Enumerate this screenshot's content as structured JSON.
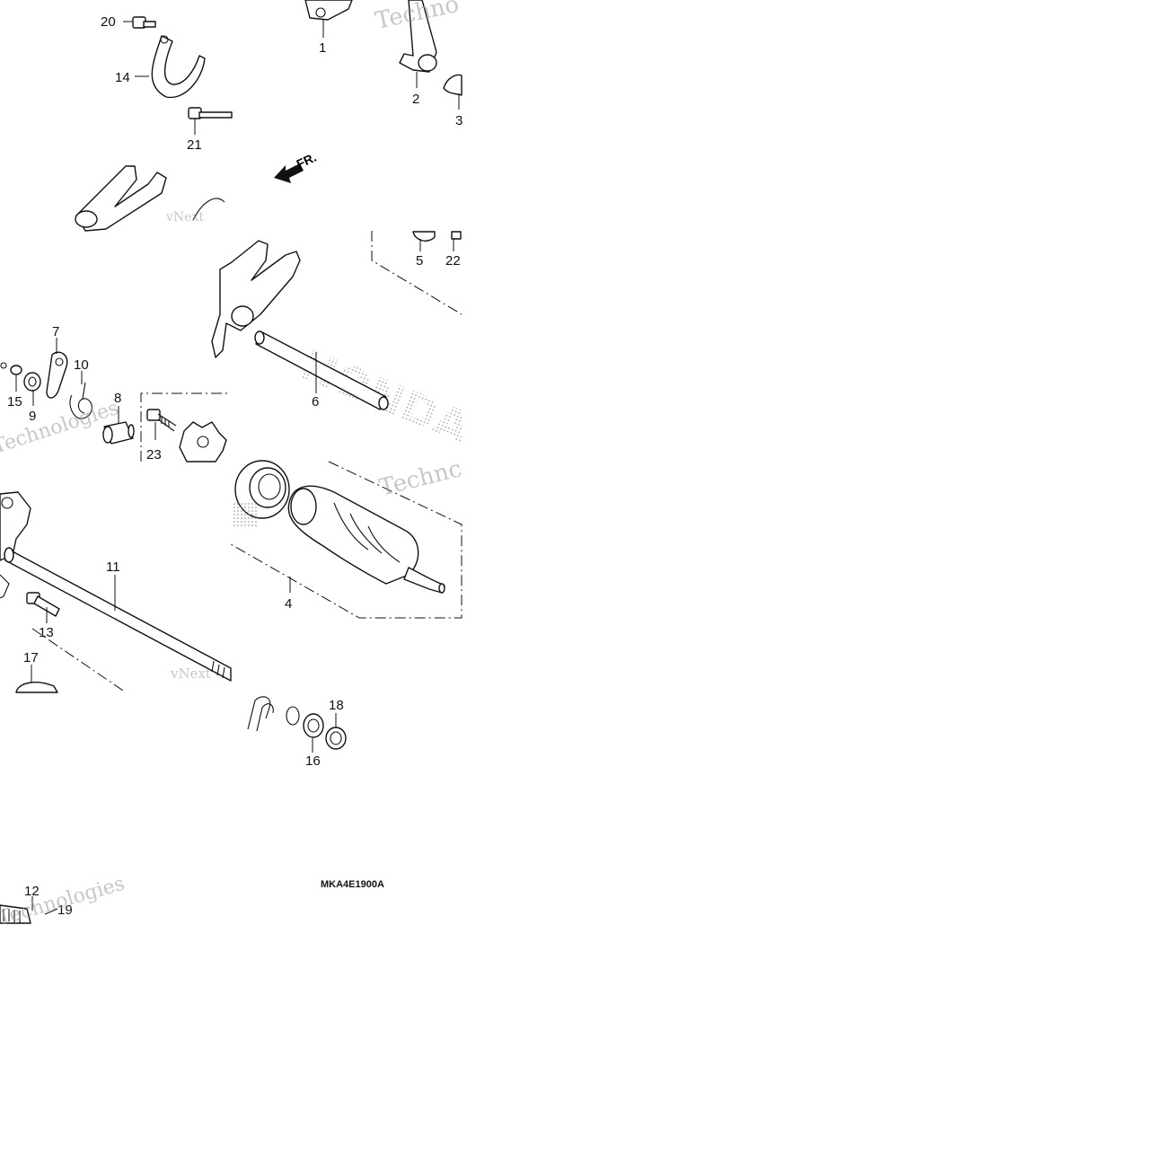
{
  "diagram": {
    "drawing_code": "MKA4E1900A",
    "direction_label": "FR.",
    "watermarks": [
      "vNext",
      "Technologies",
      "Techno",
      "Technc"
    ],
    "brand_watermark": "HONDA",
    "callouts": [
      "1",
      "2",
      "3",
      "4",
      "5",
      "6",
      "7",
      "8",
      "9",
      "10",
      "11",
      "12",
      "13",
      "14",
      "15",
      "16",
      "17",
      "18",
      "19",
      "20",
      "21",
      "22",
      "23"
    ]
  }
}
